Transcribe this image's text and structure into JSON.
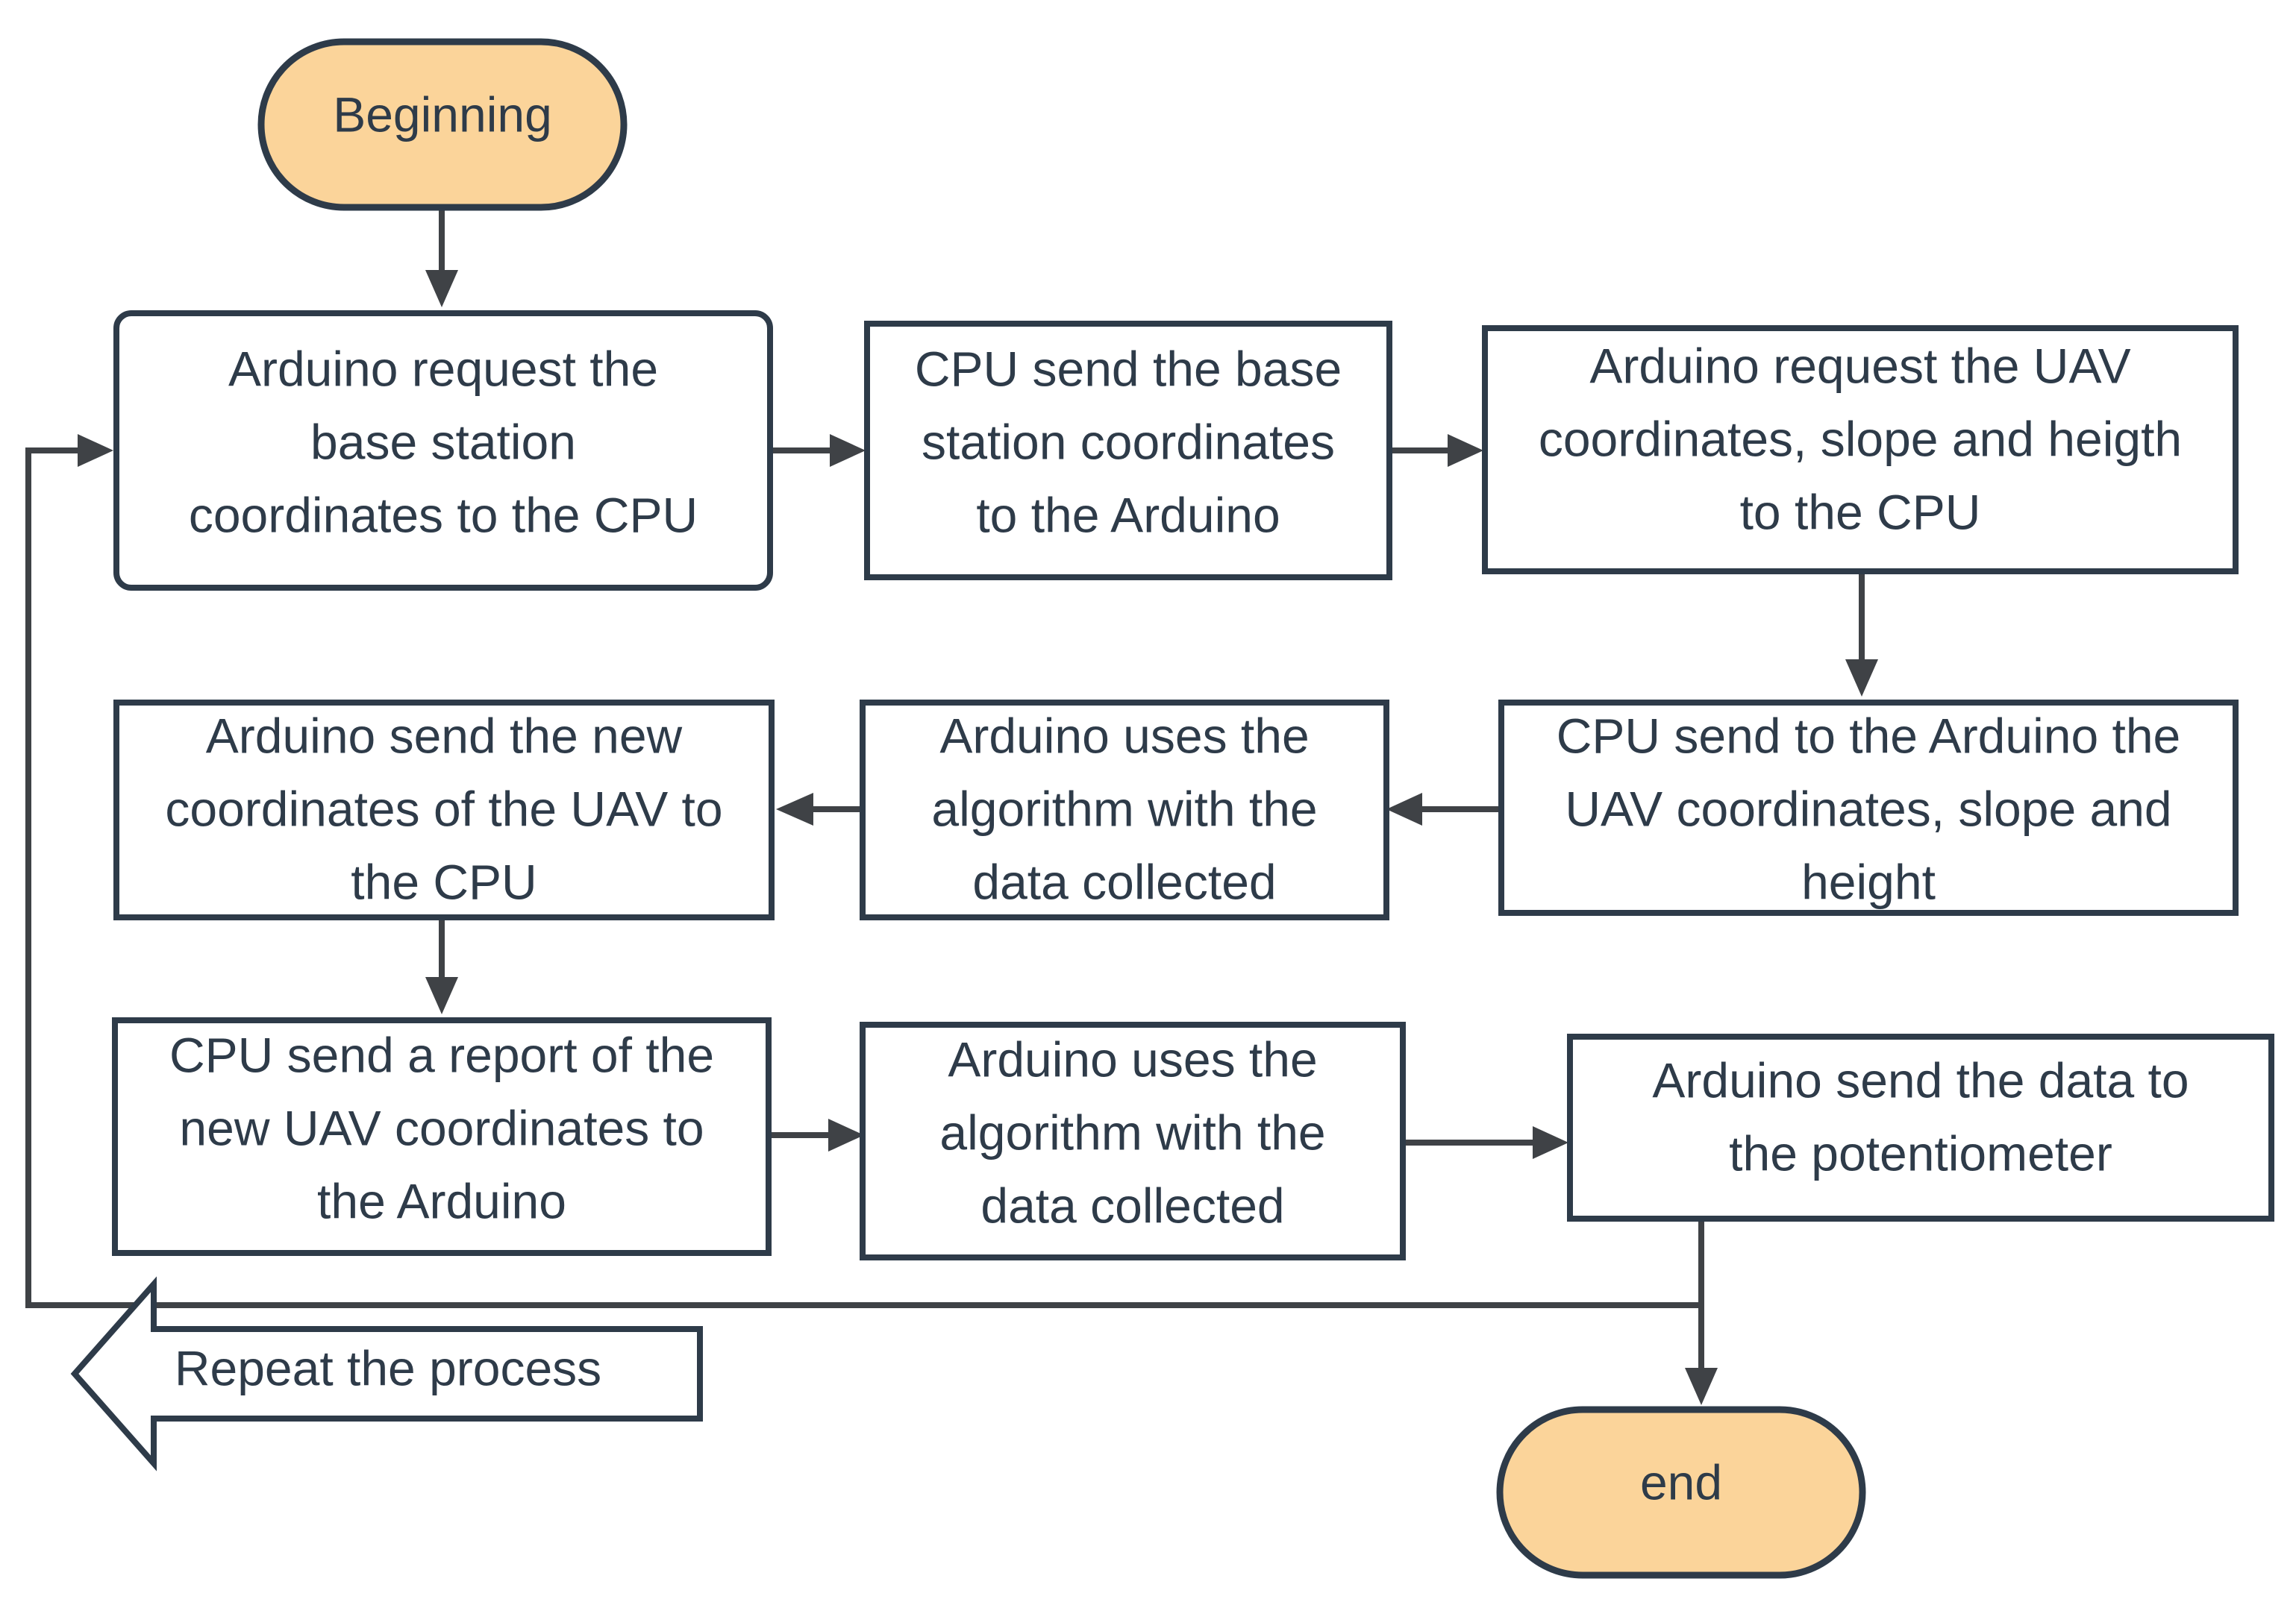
{
  "colors": {
    "terminal_fill": "#fbd49a",
    "stroke": "#2e3b49",
    "text": "#2e3b49",
    "connector": "#3f4246"
  },
  "start": {
    "label": "Beginning"
  },
  "end": {
    "label": "end"
  },
  "steps": [
    {
      "lines": [
        "Arduino request the",
        "base station",
        "coordinates to the CPU"
      ]
    },
    {
      "lines": [
        "CPU send the base",
        "station coordinates",
        "to the Arduino"
      ]
    },
    {
      "lines": [
        "Arduino request the UAV",
        "coordinates, slope and heigth",
        "to the CPU"
      ]
    },
    {
      "lines": [
        "CPU send to the Arduino the",
        "UAV coordinates, slope and",
        "height"
      ]
    },
    {
      "lines": [
        "Arduino uses the",
        "algorithm with the",
        "data collected"
      ]
    },
    {
      "lines": [
        "Arduino send the new",
        "coordinates of the UAV to",
        "the CPU"
      ]
    },
    {
      "lines": [
        "CPU send a report of the",
        "new UAV coordinates to",
        "the Arduino"
      ]
    },
    {
      "lines": [
        "Arduino uses the",
        "algorithm with the",
        "data collected"
      ]
    },
    {
      "lines": [
        "Arduino send the data to",
        "the potentiometer"
      ]
    }
  ],
  "repeat": {
    "label": "Repeat the process"
  }
}
